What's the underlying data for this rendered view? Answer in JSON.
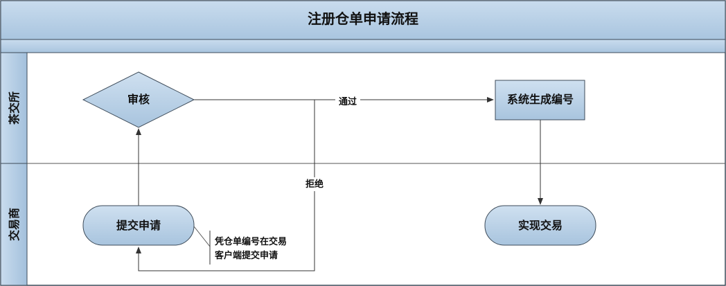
{
  "title": "注册仓单申请流程",
  "lanes": [
    {
      "label": "茶交所"
    },
    {
      "label": "交易商"
    }
  ],
  "nodes": {
    "review": "审核",
    "generate_number": "系统生成编号",
    "submit_application": "提交申请",
    "realize_trade": "实现交易"
  },
  "edges": {
    "pass": "通过",
    "reject": "拒绝"
  },
  "annotation": [
    "凭仓单编号在交易",
    "客户端提交申请"
  ],
  "colors": {
    "shape_fill": "#b8d0e6",
    "header_fill": "#bcd3e8",
    "border": "#3c4a58"
  }
}
